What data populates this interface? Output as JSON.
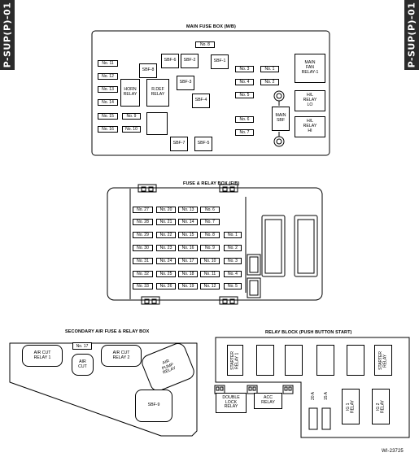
{
  "tabs": {
    "left": "P-SUP(P)-01",
    "right": "P-SUP(P)-01"
  },
  "figure_code": "WI-23725",
  "main_fuse_box": {
    "title": "MAIN FUSE BOX (M/B)",
    "fuse_labels": [
      "No. 8",
      "No. 11",
      "No. 12",
      "No. 13",
      "No. 14",
      "No. 15",
      "No. 9",
      "No. 16",
      "No. 10",
      "No. 3",
      "No. 1",
      "No. 4",
      "No. 2",
      "No. 5",
      "No. 6",
      "No. 7"
    ],
    "sbf": [
      "SBF-8",
      "SBF-6",
      "SBF-2",
      "SBF-1",
      "SBF-3",
      "SBF-4",
      "SBF-7",
      "SBF-5"
    ],
    "main_sbf": "MAIN\nSBF",
    "relays": {
      "horn": "HORN\nRELAY",
      "rdef": "R.DEF\nRELAY",
      "fan": "MAIN\nFAN\nRELAY-1",
      "hl_lo": "H/L\nRELAY\nLO",
      "hl_hi": "H/L\nRELAY\nHI"
    }
  },
  "fuse_relay_box": {
    "title": "FUSE & RELAY BOX (F/B)",
    "col1": [
      "No. 27",
      "No. 28",
      "No. 29",
      "No. 30",
      "No. 31",
      "No. 32",
      "No. 33"
    ],
    "col2": [
      "No. 20",
      "No. 21",
      "No. 22",
      "No. 23",
      "No. 24",
      "No. 25",
      "No. 26"
    ],
    "col3": [
      "No. 13",
      "No. 14",
      "No. 15",
      "No. 16",
      "No. 17",
      "No. 18",
      "No. 19"
    ],
    "col4": [
      "No. 6",
      "No. 7",
      "No. 8",
      "No. 9",
      "No. 10",
      "No. 11",
      "No. 12"
    ],
    "col5": [
      "No. 1",
      "No. 2",
      "No. 3",
      "No. 4",
      "No. 5"
    ]
  },
  "secondary_box": {
    "title": "SECONDARY AIR FUSE & RELAY BOX",
    "air_cut_1": "AIR CUT\nRELAY 1",
    "fuse": "No. 17",
    "air_cut": "AIR\nCUT",
    "air_cut_2": "AIR CUT\nRELAY 2",
    "air_pump": "AIR\nPUMP\nRELAY",
    "sbf9": "SBF-9"
  },
  "relay_block": {
    "title": "RELAY BLOCK (PUSH BUTTON START)",
    "starter_relay_1": "STARTER\nRELAY 1",
    "starter_relay": "STARTER\nRELAY",
    "double_lock": "DOUBLE\nLOCK\nRELAY",
    "acc": "ACC\nRELAY",
    "fuse_20a": "20 A",
    "fuse_15a": "15 A",
    "ig1": "IG 1\nRELAY",
    "ig2": "IG 2\nRELAY"
  }
}
